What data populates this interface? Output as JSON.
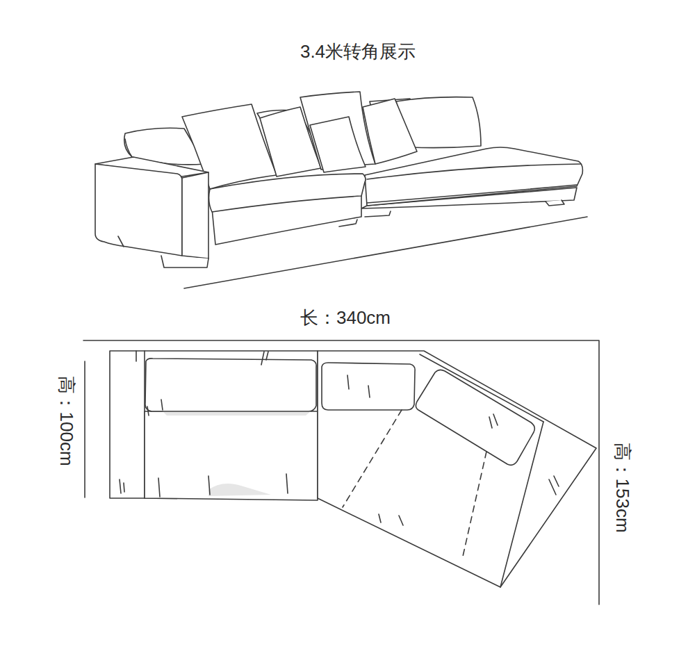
{
  "diagram": {
    "title": "3.4米转角展示",
    "labels": [
      "长：340cm",
      "高：100cm",
      "高：153cm"
    ]
  }
}
